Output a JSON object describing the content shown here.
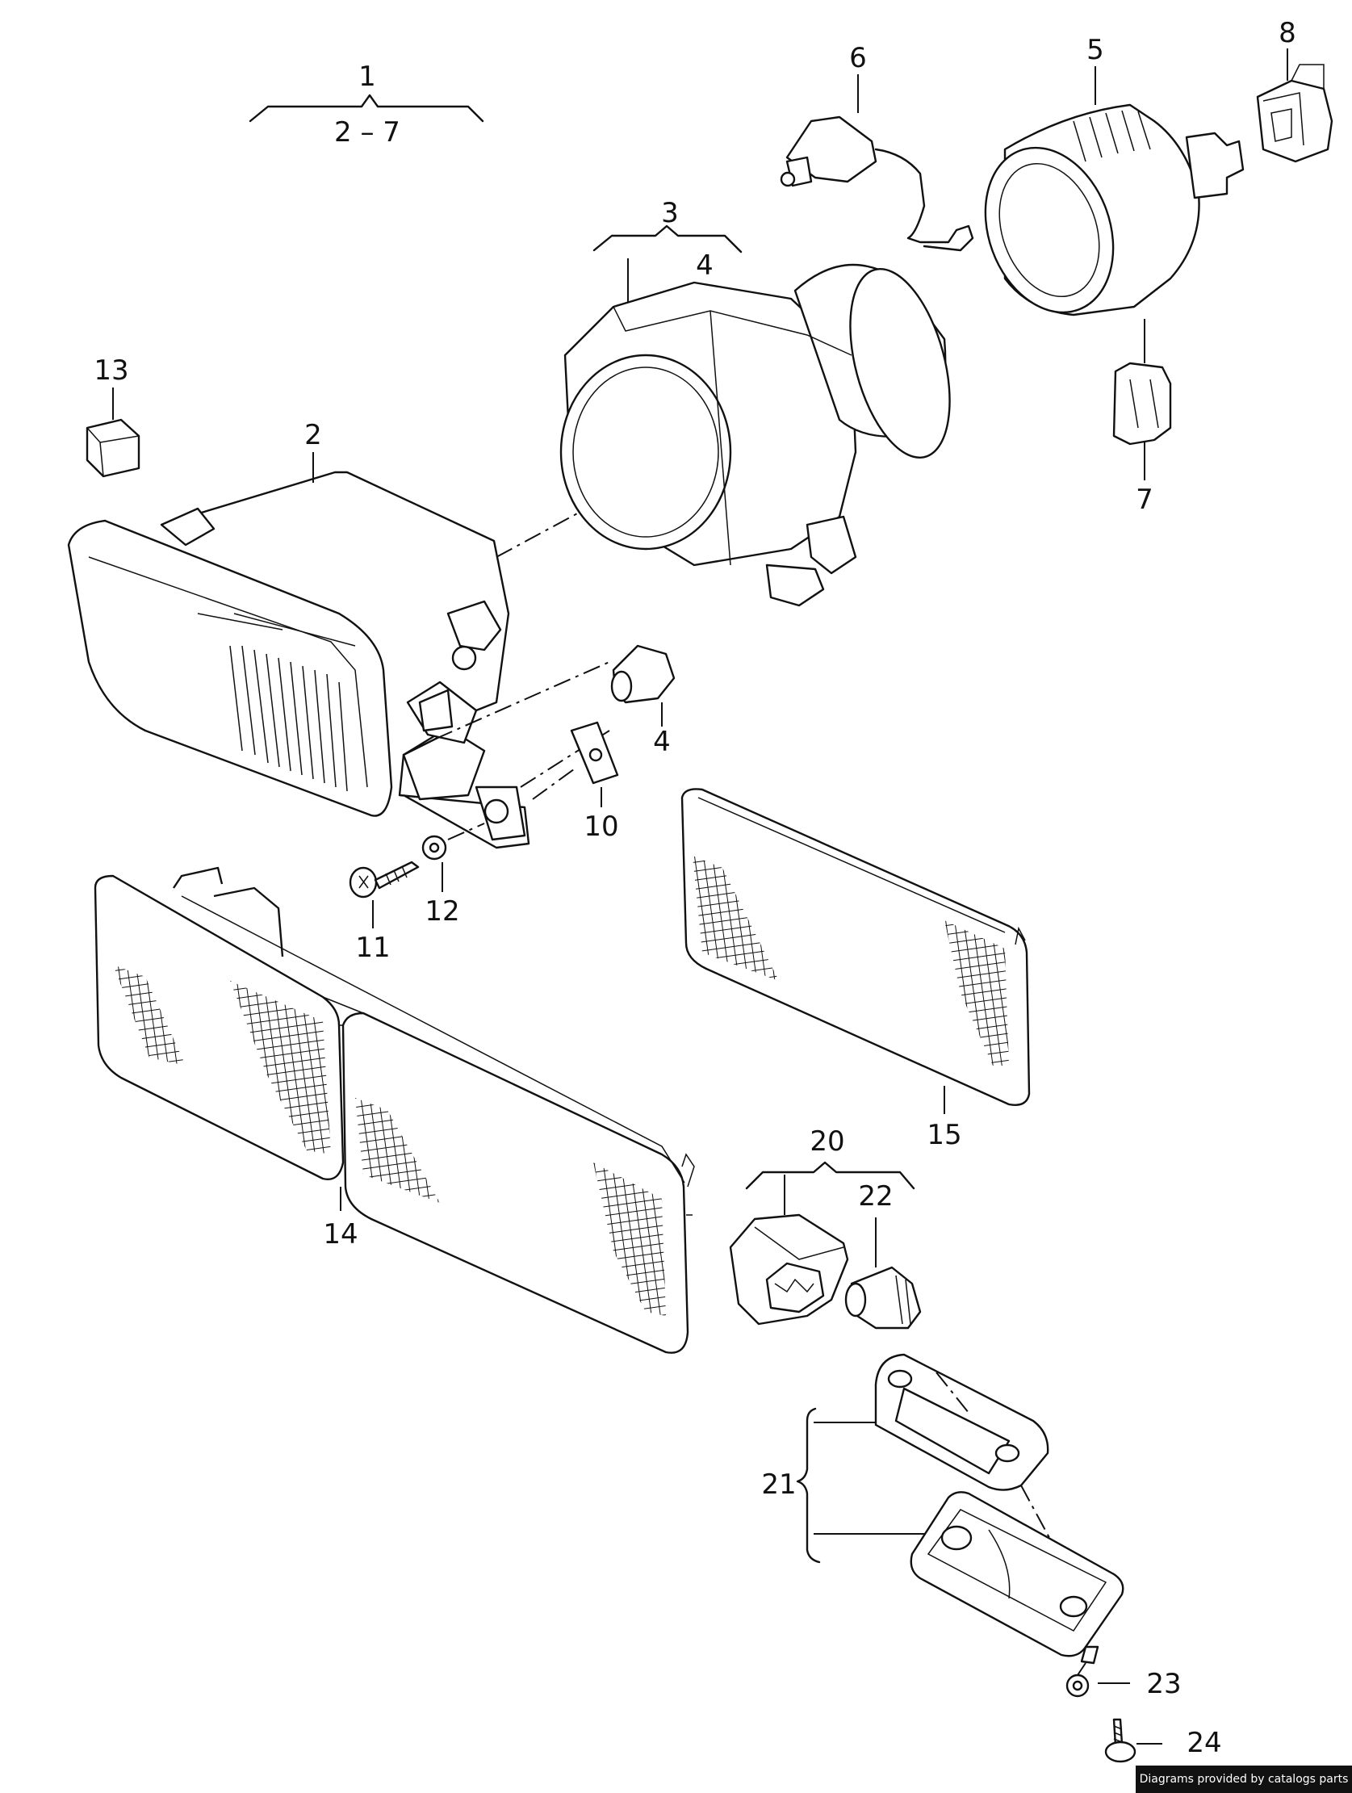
{
  "callouts": {
    "c1": "1",
    "c1_range": "2 – 7",
    "c2": "2",
    "c3": "3",
    "c4a": "4",
    "c4b": "4",
    "c5": "5",
    "c6": "6",
    "c7": "7",
    "c8": "8",
    "c10": "10",
    "c11": "11",
    "c12": "12",
    "c13": "13",
    "c14": "14",
    "c15": "15",
    "c20": "20",
    "c21": "21",
    "c22": "22",
    "c23": "23",
    "c24": "24"
  },
  "footer": {
    "credit": "Diagrams provided by catalogs parts"
  }
}
